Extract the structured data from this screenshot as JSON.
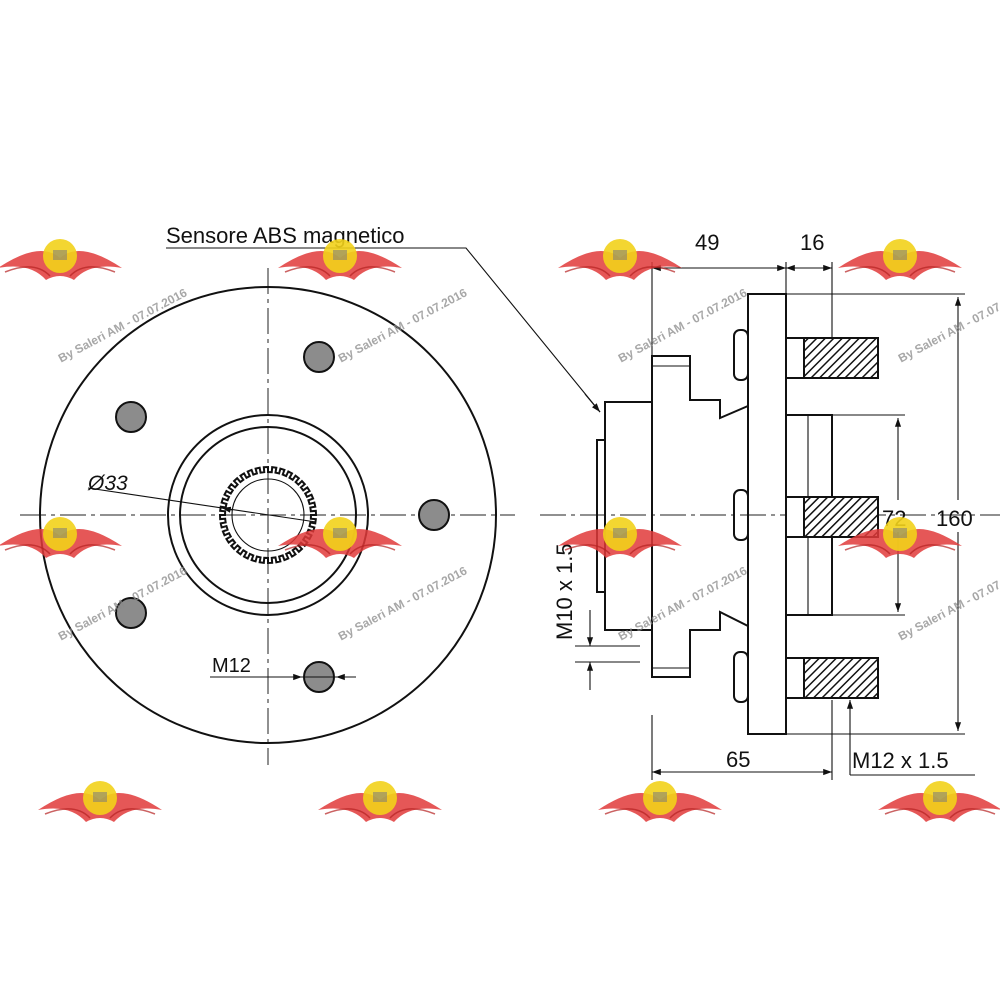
{
  "labels": {
    "sensor": "Sensore ABS magnetico",
    "bore_diameter": "Ø33",
    "stud_thread_front": "M12",
    "flange_width": "49",
    "stud_protrusion": "16",
    "pilot_diameter": "72",
    "flange_diameter": "160",
    "bolt_thread": "M10 x 1.5",
    "overall_length": "65",
    "stud_thread_side": "M12 x 1.5"
  },
  "watermark": {
    "text": "By Saleri AM - 07.07.2016",
    "logo_icon": "winged-logo-icon",
    "logo_color": "#e03a3a",
    "badge_color": "#f2d21b"
  }
}
